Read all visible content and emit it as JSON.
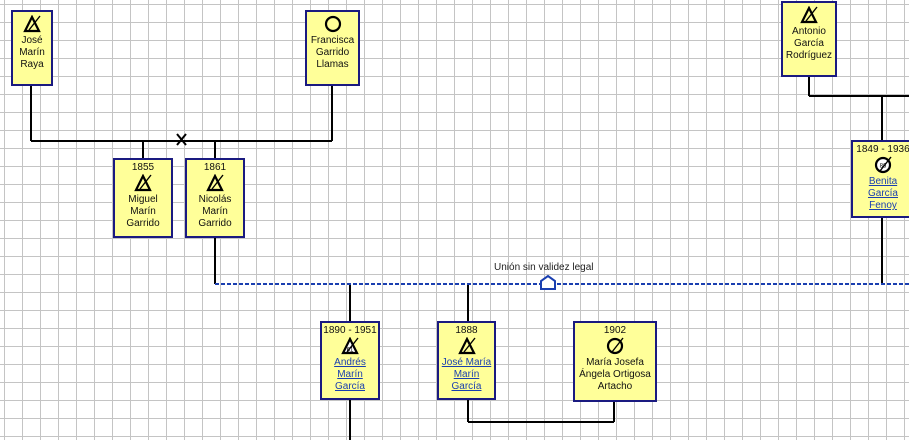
{
  "people": [
    {
      "id": "jose-marin-raya",
      "years": "",
      "symbol": "male-deceased",
      "linked": false,
      "name_lines": [
        "José",
        "Marín",
        "Raya"
      ]
    },
    {
      "id": "francisca-garrido-llamas",
      "years": "",
      "symbol": "female",
      "linked": false,
      "name_lines": [
        "Francisca",
        "Garrido",
        "Llamas"
      ]
    },
    {
      "id": "antonio-garcia-rodriguez",
      "years": "",
      "symbol": "male-deceased",
      "linked": false,
      "name_lines": [
        "Antonio",
        "García",
        "Rodríguez"
      ]
    },
    {
      "id": "miguel-marin-garrido",
      "years": "1855",
      "symbol": "male-deceased",
      "linked": false,
      "name_lines": [
        "Miguel",
        "Marín",
        "Garrido"
      ]
    },
    {
      "id": "nicolas-marin-garrido",
      "years": "1861",
      "symbol": "male-deceased",
      "linked": false,
      "name_lines": [
        "Nicolás",
        "Marín",
        "Garrido"
      ]
    },
    {
      "id": "benita-garcia-fenoy",
      "years": "1849 - 1936",
      "symbol": "female-age",
      "age": "86",
      "linked": true,
      "name_lines": [
        "Benita",
        "García",
        "Fenoy"
      ]
    },
    {
      "id": "andres-marin-garcia",
      "years": "1890 - 1951",
      "symbol": "male-age",
      "age": "61",
      "linked": true,
      "name_lines": [
        "Andrés",
        "Marín",
        "García"
      ]
    },
    {
      "id": "jose-maria-marin-garcia",
      "years": "1888",
      "symbol": "male-deceased",
      "linked": true,
      "name_lines": [
        "José María",
        "Marín",
        "García"
      ]
    },
    {
      "id": "maria-josefa-angela-ortigosa-artacho",
      "years": "1902",
      "symbol": "female-deceased",
      "linked": false,
      "name_lines": [
        "María Josefa",
        "Ángela Ortigosa",
        "Artacho"
      ]
    }
  ],
  "unions": {
    "informal_union_label": "Unión sin validez legal"
  },
  "colors": {
    "box_fill": "#ffff99",
    "box_border": "#1a1a80",
    "line": "#000000",
    "informal_union_line": "#1a3fb0",
    "link_text": "#1a3fb0"
  }
}
